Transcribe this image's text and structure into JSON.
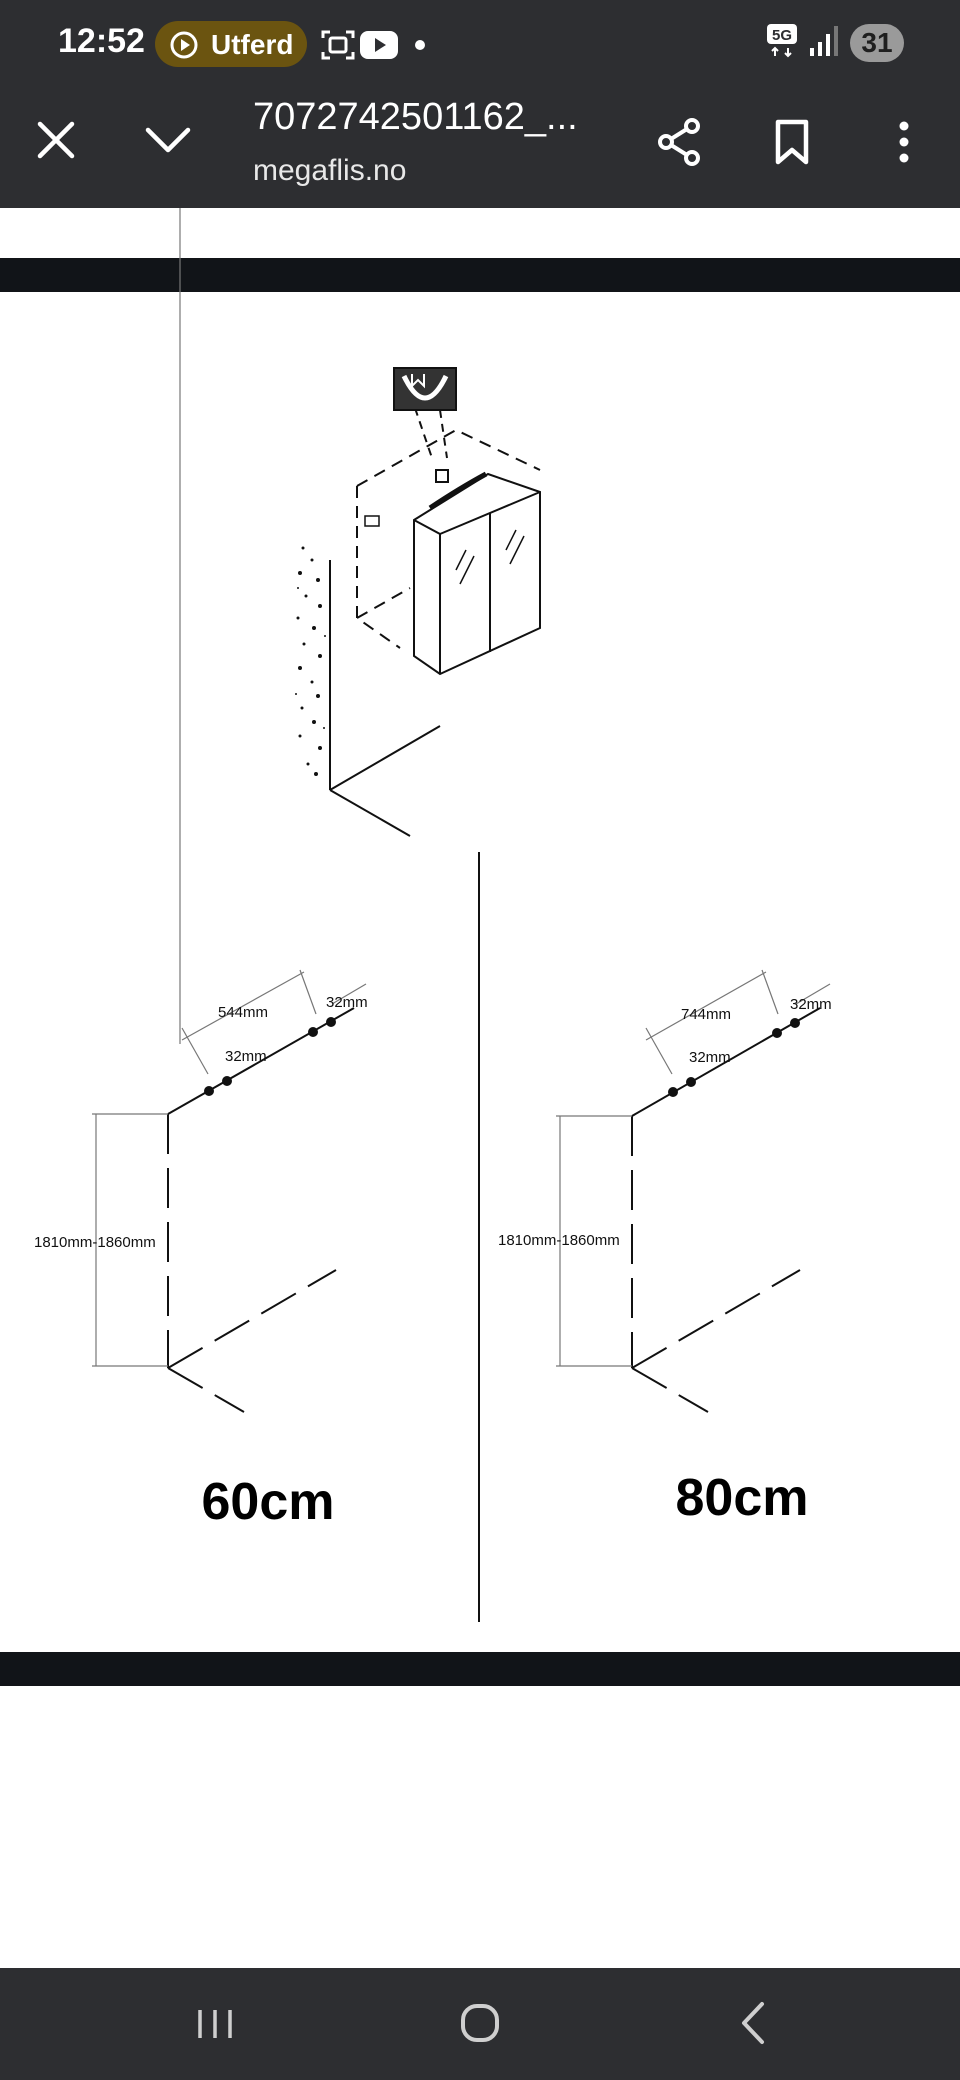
{
  "status_bar": {
    "time": "12:52",
    "recording_pill_label": "Utferd",
    "battery_level": "31",
    "network_label": "5G",
    "icons": [
      "play-circle-icon",
      "screenshot-icon",
      "youtube-icon",
      "dot-icon",
      "network-5g-icon",
      "signal-icon"
    ]
  },
  "toolbar": {
    "title": "7072742501162_...",
    "url": "megaflis.no",
    "icons": [
      "close-icon",
      "chevron-down-icon",
      "share-icon",
      "bookmark-icon",
      "more-vert-icon"
    ]
  },
  "document": {
    "left_panel": {
      "width_label": "544mm",
      "spacing_top": "32mm",
      "spacing_bottom": "32mm",
      "height_label": "1810mm-1860mm",
      "size_label": "60cm"
    },
    "right_panel": {
      "width_label": "744mm",
      "spacing_top": "32mm",
      "spacing_bottom": "32mm",
      "height_label": "1810mm-1860mm",
      "size_label": "80cm"
    }
  },
  "nav_bar": {
    "icons": [
      "recent-apps-icon",
      "home-icon",
      "back-icon"
    ]
  },
  "colors": {
    "chrome_bg": "#2d2e31",
    "pill_bg": "#6b5410",
    "band": "#111418"
  }
}
